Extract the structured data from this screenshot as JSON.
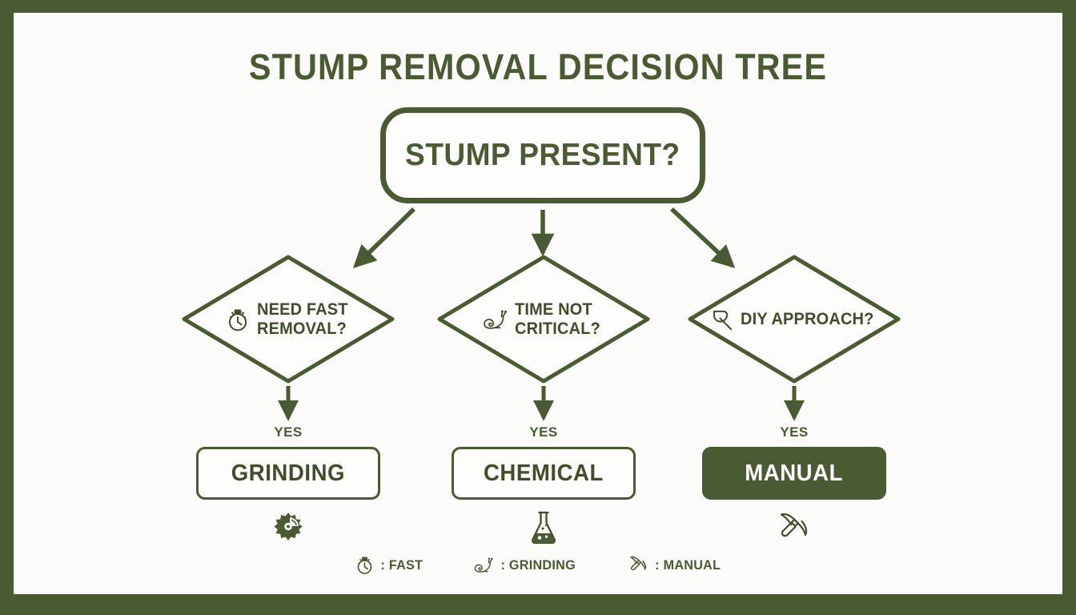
{
  "title": "STUMP REMOVAL DECISION TREE",
  "colors": {
    "frame": "#4a5a32",
    "accent": "#4a5a32",
    "text": "#3f4d29",
    "canvas": "#fbfbf9",
    "filled_text": "#ffffff"
  },
  "root": {
    "label": "STUMP PRESENT?"
  },
  "branches": [
    {
      "id": "fast-removal",
      "question": "NEED FAST\nREMOVAL?",
      "question_icon": "stopwatch-icon",
      "edge_label": "YES",
      "outcome": "GRINDING",
      "outcome_icon": "saw-blade-icon",
      "outcome_filled": false
    },
    {
      "id": "time-not-critical",
      "question": "TIME NOT\nCRITICAL?",
      "question_icon": "snail-icon",
      "edge_label": "YES",
      "outcome": "CHEMICAL",
      "outcome_icon": "flask-icon",
      "outcome_filled": false
    },
    {
      "id": "diy-approach",
      "question": "DIY APPROACH?",
      "question_icon": "trowel-icon",
      "edge_label": "YES",
      "outcome": "MANUAL",
      "outcome_icon": "pickaxe-icon",
      "outcome_filled": true
    }
  ],
  "legend": [
    {
      "icon": "stopwatch-icon",
      "label": ": FAST"
    },
    {
      "icon": "snail-icon",
      "label": ": GRINDING"
    },
    {
      "icon": "pickaxe-icon",
      "label": ": MANUAL"
    }
  ]
}
